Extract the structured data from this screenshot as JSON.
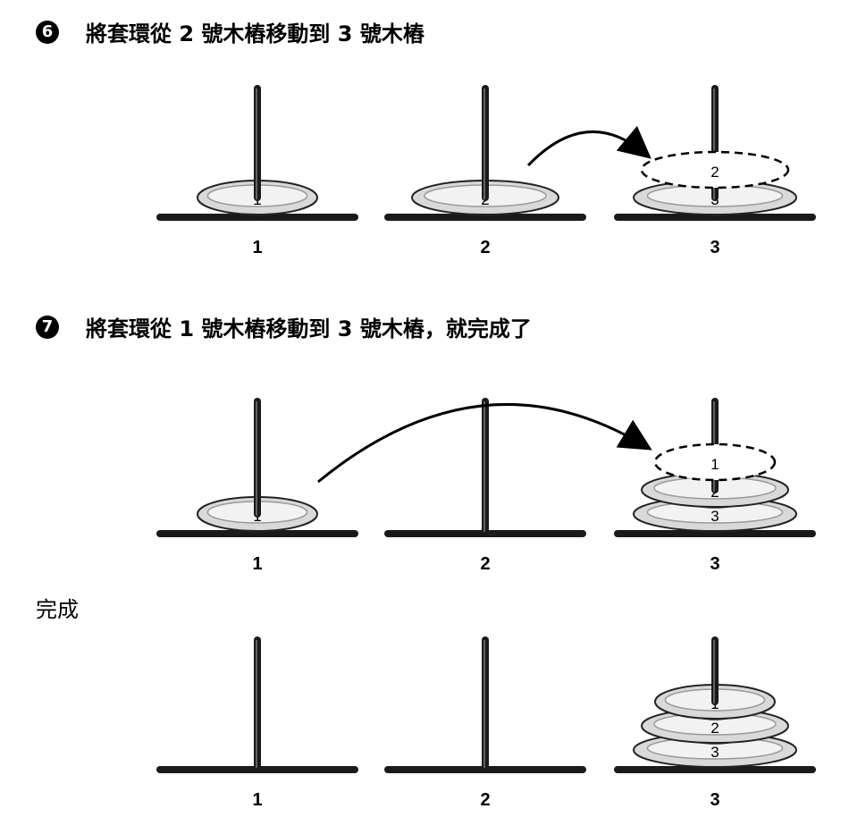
{
  "steps": [
    {
      "number": "6",
      "text": "將套環從 2 號木樁移動到 3 號木樁",
      "pegs": [
        {
          "label": "1",
          "disks": [
            "1"
          ]
        },
        {
          "label": "2",
          "disks": [
            "2"
          ]
        },
        {
          "label": "3",
          "disks": [
            "3"
          ]
        }
      ],
      "move": {
        "disk": "2",
        "from": "2",
        "to": "3"
      }
    },
    {
      "number": "7",
      "text": "將套環從 1 號木樁移動到 3 號木樁，就完成了",
      "pegs": [
        {
          "label": "1",
          "disks": [
            "1"
          ]
        },
        {
          "label": "2",
          "disks": []
        },
        {
          "label": "3",
          "disks": [
            "3",
            "2"
          ]
        }
      ],
      "move": {
        "disk": "1",
        "from": "1",
        "to": "3"
      }
    }
  ],
  "final": {
    "title": "完成",
    "pegs": [
      {
        "label": "1",
        "disks": []
      },
      {
        "label": "2",
        "disks": []
      },
      {
        "label": "3",
        "disks": [
          "3",
          "2",
          "1"
        ]
      }
    ]
  },
  "icons": {
    "step_marker": "filled-circle-number"
  },
  "colors": {
    "disk_fill": "#d9d9d9",
    "disk_inner": "#f2f2f2",
    "pole": "#1a1a1a",
    "base": "#1a1a1a"
  }
}
